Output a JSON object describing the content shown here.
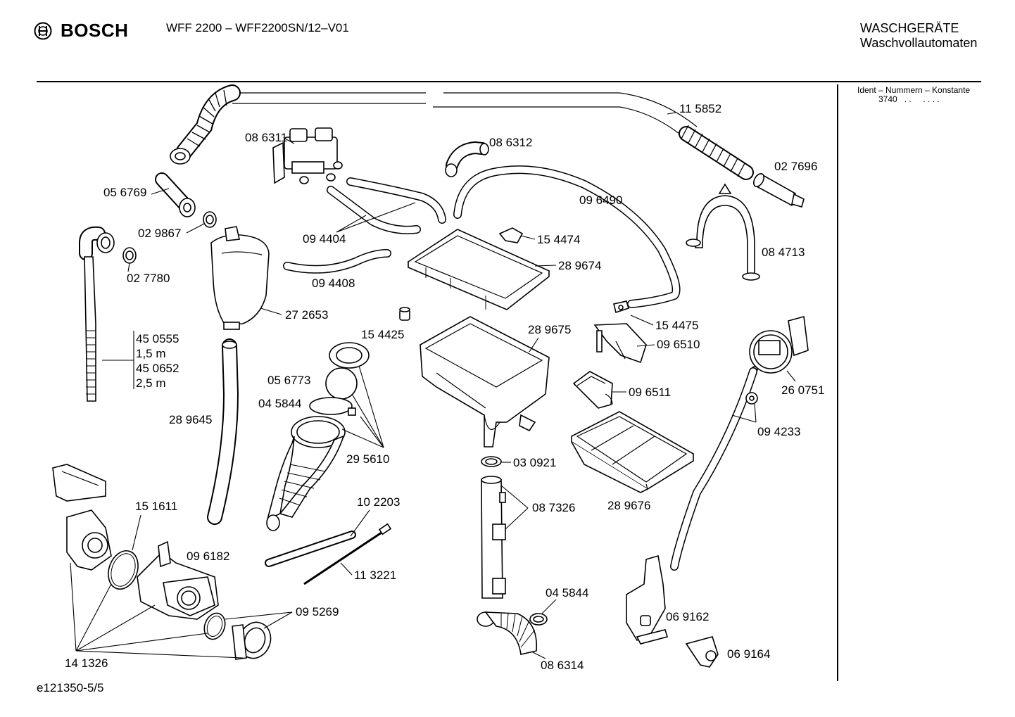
{
  "header": {
    "brand": "BOSCH",
    "model": "WFF 2200 – WFF2200SN/12–V01",
    "category_line1": "WASCHGERÄTE",
    "category_line2": "Waschvollautomaten",
    "ident_label": "Ident – Nummern – Konstante",
    "ident_value": "3740   . .     . . . ."
  },
  "footer": {
    "doc_id": "e121350-5/5"
  },
  "parts": {
    "p115852": "11 5852",
    "p086311": "08 6311",
    "p086312": "08 6312",
    "p027696": "02 7696",
    "p056769": "05 6769",
    "p096490": "09 6490",
    "p029867": "02 9867",
    "p094404": "09 4404",
    "p154474": "15 4474",
    "p084713": "08 4713",
    "p027780": "02 7780",
    "p289674": "28 9674",
    "p094408": "09 4408",
    "p272653": "27 2653",
    "p154425": "15 4425",
    "p289675": "28 9675",
    "p154475": "15 4475",
    "p096510": "09 6510",
    "p450555": "45 0555",
    "len1": "1,5 m",
    "p450652": "45 0652",
    "len2": "2,5 m",
    "p260751": "26 0751",
    "p056773": "05 6773",
    "p045844a": "04 5844",
    "p096511": "09 6511",
    "p094233": "09 4233",
    "p289645": "28 9645",
    "p295610": "29 5610",
    "p030921": "03 0921",
    "p289676": "28 9676",
    "p102203": "10 2203",
    "p087326": "08 7326",
    "p151611": "15 1611",
    "p096182": "09 6182",
    "p113221": "11 3221",
    "p045844b": "04 5844",
    "p095269": "09 5269",
    "p069162": "06 9162",
    "p069164": "06 9164",
    "p086314": "08 6314",
    "p141326": "14 1326"
  }
}
